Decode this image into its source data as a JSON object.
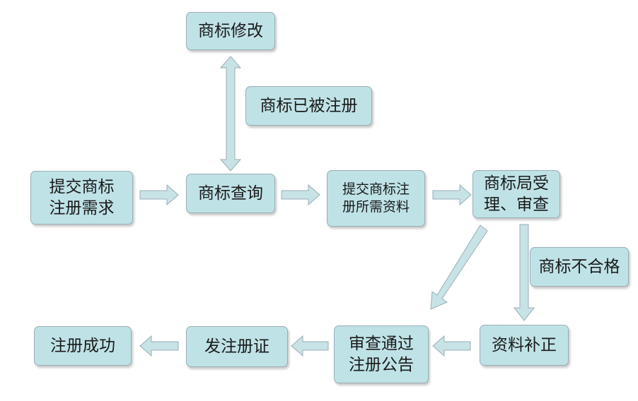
{
  "diagram": {
    "nodes": {
      "trademark_modify": "商标修改",
      "already_registered": "商标已被注册",
      "submit_need": "提交商标\n注册需求",
      "trademark_query": "商标查询",
      "submit_materials": "提交商标注\n册所需资料",
      "office_accept": "商标局受\n理、审查",
      "not_qualified": "商标不合格",
      "supplement": "资料补正",
      "approved_announce": "审查通过\n注册公告",
      "issue_certificate": "发注册证",
      "register_success": "注册成功"
    },
    "colors": {
      "node_fill": "#bfe2e6",
      "node_border": "#9aaeb6",
      "arrow_fill": "#c7e3e6",
      "arrow_stroke": "#9aaeb6"
    }
  }
}
